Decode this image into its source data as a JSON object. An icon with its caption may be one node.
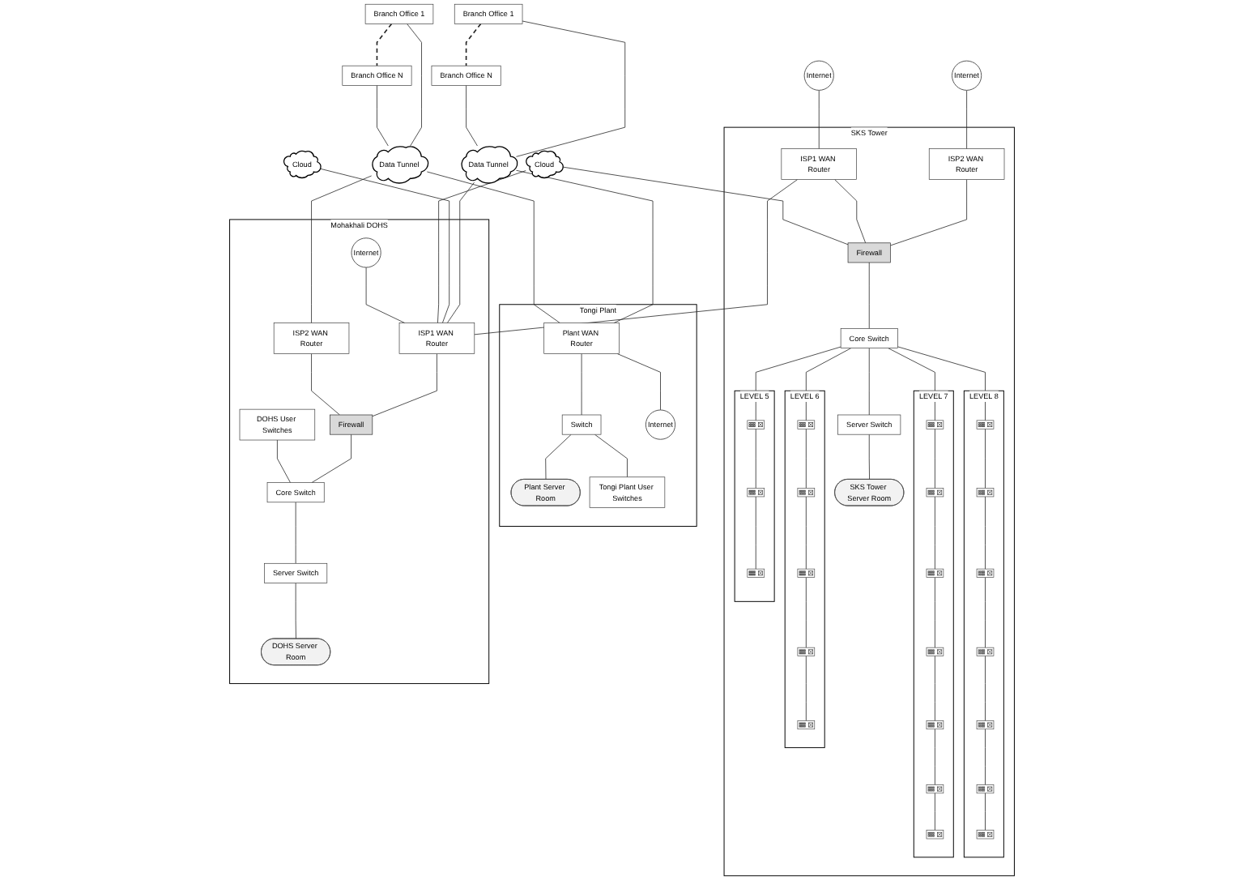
{
  "diagram": {
    "nodes": [
      {
        "text": [
          "Branch Office 1"
        ]
      },
      {
        "text": [
          "Branch Office N"
        ]
      },
      {
        "text": [
          "Branch Office 1"
        ]
      },
      {
        "text": [
          "Branch Office N"
        ]
      },
      {
        "text": [
          "Tongi Plant"
        ]
      },
      {
        "text": [
          "Plant Server Room"
        ],
        "in": 4
      },
      {
        "text": [
          "Data Tunnel"
        ]
      },
      {
        "text": [
          "Cloud"
        ]
      },
      {
        "text": [
          "Cloud"
        ]
      },
      {
        "text": [
          "Tongi Plant User Switches"
        ],
        "in": 4
      },
      {
        "text": [
          "Switch"
        ],
        "in": 4
      },
      {
        "text": [
          "Data Tunnel"
        ]
      },
      {
        "text": [
          "Internet"
        ]
      },
      {
        "text": [
          "Internet"
        ]
      },
      {
        "text": [
          "Plant WAN Router"
        ],
        "in": 4
      },
      {
        "text": [
          "Internet"
        ],
        "in": 4
      },
      {
        "text": [
          "SKS Tower"
        ]
      },
      {
        "text": [
          "ISP2 WAN Router"
        ],
        "in": 16
      },
      {
        "text": [
          "ISP1 WAN Router"
        ],
        "in": 16
      },
      {
        "text": [
          "Firewall"
        ],
        "in": 16
      },
      {
        "text": [
          "Core Switch"
        ],
        "in": 16
      },
      {
        "text": [
          "Server Switch"
        ],
        "in": 16
      },
      {
        "text": [
          "SKS Tower Server Room"
        ],
        "in": 16
      },
      {
        "text": [
          "LEVEL 8"
        ],
        "in": 16
      },
      {
        "text": [],
        "shape": "picture",
        "in": 23
      },
      {
        "text": [],
        "shape": "picture",
        "in": 23
      },
      {
        "text": [],
        "shape": "picture",
        "in": 23
      },
      {
        "text": [],
        "shape": "picture",
        "in": 23
      },
      {
        "text": [],
        "shape": "picture",
        "in": 23
      },
      {
        "text": [],
        "shape": "picture",
        "in": 23
      },
      {
        "text": [],
        "shape": "picture",
        "in": 23
      },
      {
        "text": [
          "LEVEL 7"
        ],
        "in": 16
      },
      {
        "text": [],
        "shape": "picture",
        "in": 31
      },
      {
        "text": [],
        "shape": "picture",
        "in": 31
      },
      {
        "text": [],
        "shape": "picture",
        "in": 31
      },
      {
        "text": [],
        "shape": "picture",
        "in": 31
      },
      {
        "text": [],
        "shape": "picture",
        "in": 31
      },
      {
        "text": [],
        "shape": "picture",
        "in": 31
      },
      {
        "text": [],
        "shape": "picture",
        "in": 31
      },
      {
        "text": [
          "LEVEL 6"
        ],
        "in": 16
      },
      {
        "text": [],
        "shape": "picture",
        "in": 39
      },
      {
        "text": [],
        "shape": "picture",
        "in": 39
      },
      {
        "text": [],
        "shape": "picture",
        "in": 39
      },
      {
        "text": [],
        "shape": "picture",
        "in": 39
      },
      {
        "text": [],
        "shape": "picture",
        "in": 39
      },
      {
        "text": [
          "LEVEL 5"
        ],
        "in": 16
      },
      {
        "text": [],
        "shape": "picture",
        "in": 45
      },
      {
        "text": [],
        "shape": "picture",
        "in": 45
      },
      {
        "text": [],
        "shape": "picture",
        "in": 45
      },
      {
        "text": [
          "Mohakhali DOHS"
        ]
      },
      {
        "text": [
          "Internet"
        ],
        "in": 49
      },
      {
        "text": [
          "ISP2 WAN Router"
        ],
        "in": 49
      },
      {
        "text": [
          "ISP1 WAN Router"
        ],
        "in": 49
      },
      {
        "text": [
          "Firewall"
        ],
        "in": 49
      },
      {
        "text": [
          "DOHS User Switches"
        ],
        "in": 49
      },
      {
        "text": [
          "Core Switch"
        ],
        "in": 49
      },
      {
        "text": [
          "Server Switch"
        ],
        "in": 49
      },
      {
        "text": [
          "DOHS Server Room"
        ],
        "in": 49
      }
    ],
    "edges": [
      {
        "from": 0,
        "to": 1,
        "arrow": "none",
        "style": "dashed"
      },
      {
        "from": 0,
        "to": 11,
        "arrow": "none"
      },
      {
        "from": 1,
        "to": 11,
        "arrow": "none"
      },
      {
        "from": 2,
        "to": 3,
        "arrow": "none",
        "style": "dashed"
      },
      {
        "from": 2,
        "to": 6,
        "arrow": "none"
      },
      {
        "from": 3,
        "to": 6,
        "arrow": "none"
      },
      {
        "from": 11,
        "to": 14,
        "arrow": "none"
      },
      {
        "from": 6,
        "to": 14,
        "arrow": "none"
      },
      {
        "from": 10,
        "to": 5,
        "arrow": "none"
      },
      {
        "from": 10,
        "to": 9,
        "arrow": "none"
      },
      {
        "from": 14,
        "to": 10,
        "arrow": "none"
      },
      {
        "from": 14,
        "to": 15,
        "arrow": "none"
      },
      {
        "from": 12,
        "to": 17,
        "arrow": "none"
      },
      {
        "from": 13,
        "to": 18,
        "arrow": "none"
      },
      {
        "from": 17,
        "to": 19,
        "arrow": "none"
      },
      {
        "from": 18,
        "to": 19,
        "arrow": "none"
      },
      {
        "from": 19,
        "to": 20,
        "arrow": "none"
      },
      {
        "from": 20,
        "to": 21,
        "arrow": "none"
      },
      {
        "from": 21,
        "to": 22,
        "arrow": "none"
      },
      {
        "from": 8,
        "to": 19,
        "arrow": "none"
      },
      {
        "from": 18,
        "to": 52,
        "arrow": "none"
      },
      {
        "from": 11,
        "to": 52,
        "arrow": "none"
      },
      {
        "from": 6,
        "to": 51,
        "arrow": "none"
      },
      {
        "from": 7,
        "to": 52,
        "arrow": "none"
      },
      {
        "from": 8,
        "to": 52,
        "arrow": "none"
      },
      {
        "from": 20,
        "to": 24,
        "arrow": "none"
      },
      {
        "from": 20,
        "to": 32,
        "arrow": "none"
      },
      {
        "from": 20,
        "to": 40,
        "arrow": "none"
      },
      {
        "from": 20,
        "to": 46,
        "arrow": "none"
      },
      {
        "from": 24,
        "to": 25,
        "arrow": "none"
      },
      {
        "from": 25,
        "to": 26,
        "arrow": "none"
      },
      {
        "from": 26,
        "to": 27,
        "arrow": "none"
      },
      {
        "from": 27,
        "to": 28,
        "arrow": "none"
      },
      {
        "from": 28,
        "to": 29,
        "arrow": "none"
      },
      {
        "from": 29,
        "to": 30,
        "arrow": "none"
      },
      {
        "from": 32,
        "to": 33,
        "arrow": "none"
      },
      {
        "from": 33,
        "to": 34,
        "arrow": "none"
      },
      {
        "from": 34,
        "to": 35,
        "arrow": "none"
      },
      {
        "from": 35,
        "to": 36,
        "arrow": "none"
      },
      {
        "from": 36,
        "to": 37,
        "arrow": "none"
      },
      {
        "from": 37,
        "to": 38,
        "arrow": "none"
      },
      {
        "from": 40,
        "to": 41,
        "arrow": "none"
      },
      {
        "from": 41,
        "to": 42,
        "arrow": "none"
      },
      {
        "from": 42,
        "to": 43,
        "arrow": "none"
      },
      {
        "from": 43,
        "to": 44,
        "arrow": "none"
      },
      {
        "from": 46,
        "to": 47,
        "arrow": "none"
      },
      {
        "from": 47,
        "to": 48,
        "arrow": "none"
      },
      {
        "from": 50,
        "to": 52,
        "arrow": "none"
      },
      {
        "from": 52,
        "to": 53,
        "arrow": "none"
      },
      {
        "from": 51,
        "to": 53,
        "arrow": "none"
      },
      {
        "from": 53,
        "to": 55,
        "arrow": "none"
      },
      {
        "from": 54,
        "to": 55,
        "arrow": "none"
      },
      {
        "from": 55,
        "to": 56,
        "arrow": "none"
      },
      {
        "from": 56,
        "to": 57,
        "arrow": "none"
      }
    ]
  }
}
